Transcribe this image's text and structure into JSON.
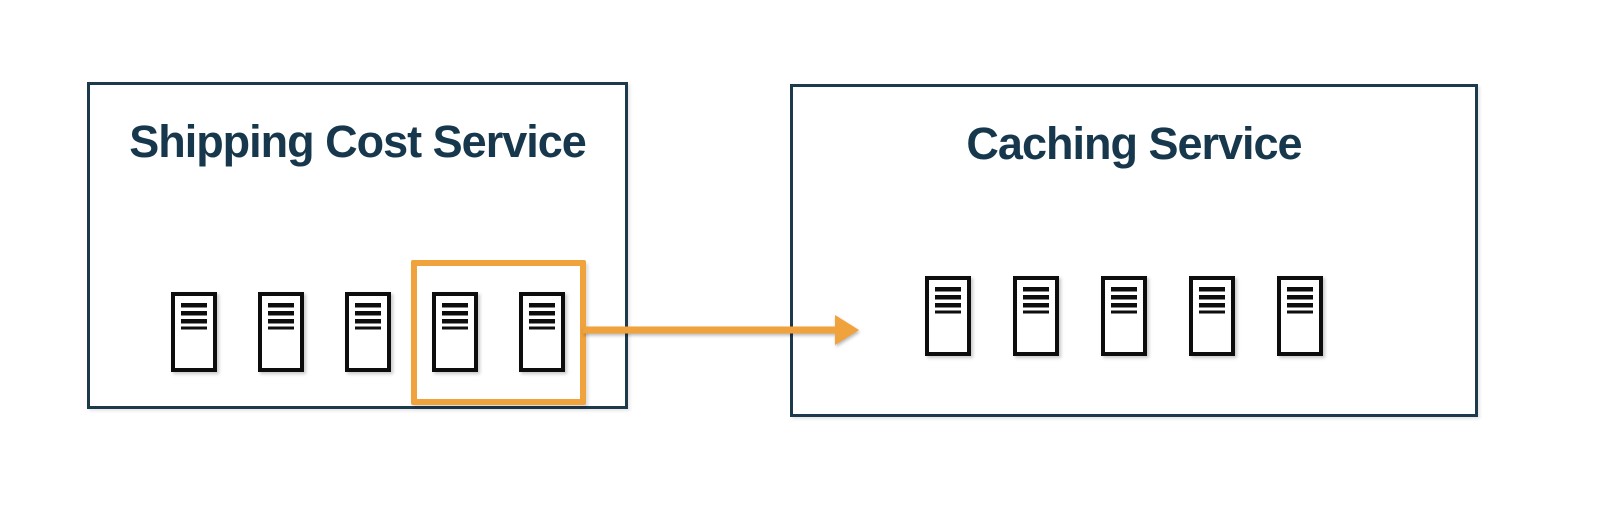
{
  "colors": {
    "background": "#FFFFFF",
    "box_border": "#1D3A4D",
    "title_text": "#17384C",
    "highlight_orange": "#F0A23C",
    "arrow_orange": "#F0A23C",
    "server_icon": "#0D0D0D"
  },
  "shipping_service": {
    "title": "Shipping Cost Service",
    "server_count": 5,
    "highlighted_server_count": 2
  },
  "caching_service": {
    "title": "Caching Service",
    "server_count": 5
  },
  "arrow": {
    "from": "Shipping Cost Service highlighted servers",
    "to": "Caching Service",
    "direction": "right"
  }
}
